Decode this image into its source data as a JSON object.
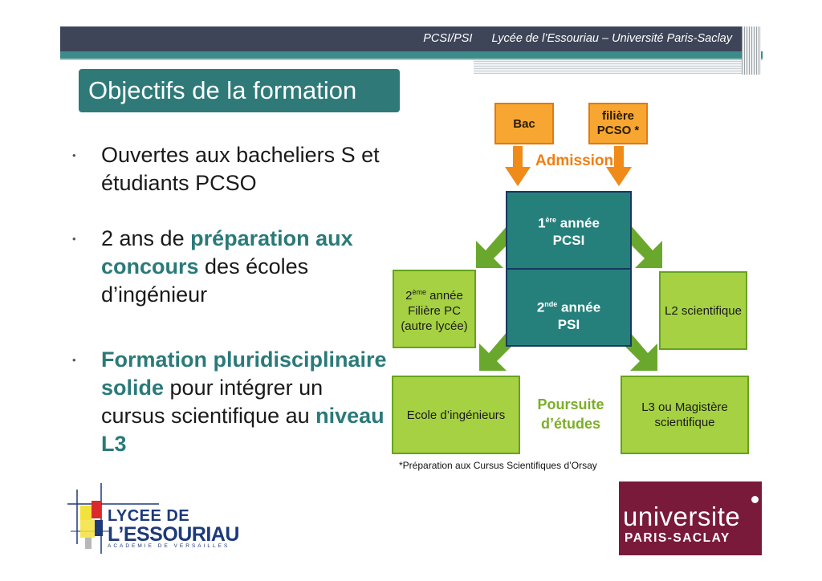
{
  "header": {
    "program": "PCSI/PSI",
    "institution": "Lycée de l’Essouriau – Université Paris-Saclay"
  },
  "title": "Objectifs de la formation",
  "bullets": {
    "b1": "Ouvertes aux bacheliers S et étudiants PCSO",
    "b2_pre": "2 ans de ",
    "b2_hl": "préparation aux concours",
    "b2_post": " des écoles d’ingénieur",
    "b3_hl": "Formation pluridisciplinaire solide",
    "b3_mid": " pour intégrer un cursus scientifique au ",
    "b3_hl2": "niveau L3"
  },
  "diagram": {
    "bac": "Bac",
    "filiere_line1": "filière",
    "filiere_line2": "PCSO *",
    "admission": "Admission",
    "year1_sup": "ère",
    "year1_num": "1",
    "year1_label": "année",
    "year1_name": "PCSI",
    "year2_sup": "nde",
    "year2_num": "2",
    "year2_label": "année",
    "year2_name": "PSI",
    "pc_sup": "ème",
    "pc_num": "2",
    "pc_label": "année",
    "pc_line2": "Filière PC",
    "pc_line3": "(autre lycée)",
    "l2": "L2 scientifique",
    "ecole": "Ecole d’ingénieurs",
    "poursuite_line1": "Poursuite",
    "poursuite_line2": "d’études",
    "l3_line1": "L3 ou Magistère",
    "l3_line2": "scientifique"
  },
  "footnote": "*Préparation aux Cursus Scientifiques d’Orsay",
  "logos": {
    "lycee_line1": "LYCEE DE",
    "lycee_line2": "L’ESSOURIAU",
    "lycee_line3": "ACADEMIE DE VERSAILLES",
    "ups_line1": "universite",
    "ups_line2": "PARIS-SACLAY"
  },
  "colors": {
    "header_bar": "#3e4558",
    "teal": "#2f7a79",
    "orange": "#f7a632",
    "green": "#a6d143",
    "ups_brand": "#7a1a3b"
  }
}
